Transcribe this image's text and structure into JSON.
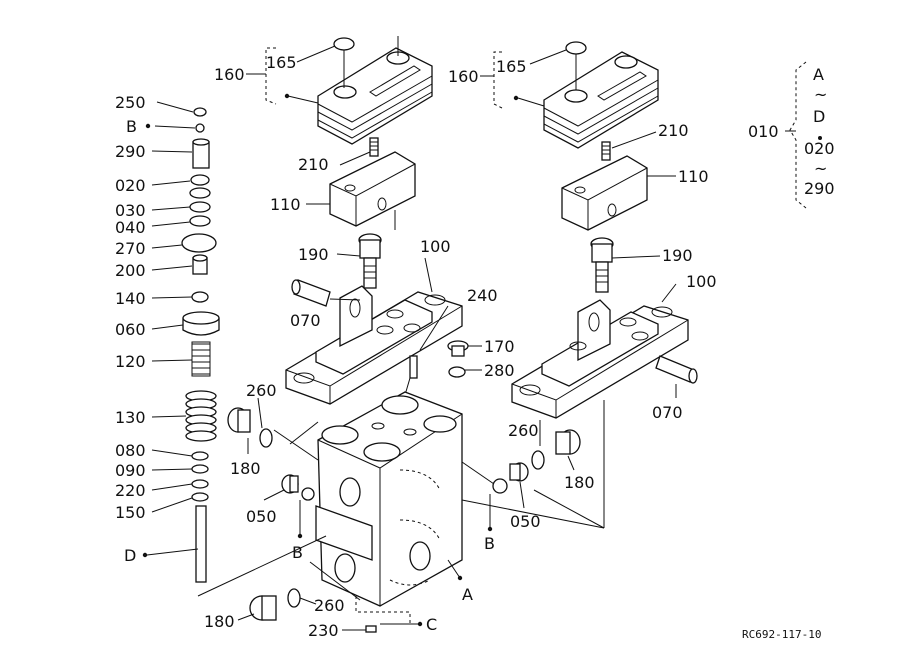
{
  "labels": {
    "p250": "250",
    "pB1": "B",
    "p290": "290",
    "p020": "020",
    "p030": "030",
    "p040": "040",
    "p270": "270",
    "p200": "200",
    "p140": "140",
    "p060": "060",
    "p120": "120",
    "p130": "130",
    "p080": "080",
    "p090": "090",
    "p220": "220",
    "p150": "150",
    "pD": "D",
    "p160a": "160",
    "p165a": "165",
    "p210a": "210",
    "p110a": "110",
    "p190a": "190",
    "p100a": "100",
    "p070a": "070",
    "p240": "240",
    "p170": "170",
    "p280": "280",
    "p260a": "260",
    "p180a": "180",
    "p050a": "050",
    "pB2": "B",
    "p160b": "160",
    "p165b": "165",
    "p210b": "210",
    "p110b": "110",
    "p190b": "190",
    "p100b": "100",
    "p070b": "070",
    "p260b": "260",
    "p180b": "180",
    "p050b": "050",
    "pB3": "B",
    "pA": "A",
    "p180c": "180",
    "p260c": "260",
    "p230": "230",
    "pC": "C",
    "p010": "010",
    "grpA": "A",
    "grpTilde1": "~",
    "grpD": "D",
    "grp020": "020",
    "grpTilde2": "~",
    "grp290": "290"
  },
  "reference": "RC692-117-10"
}
